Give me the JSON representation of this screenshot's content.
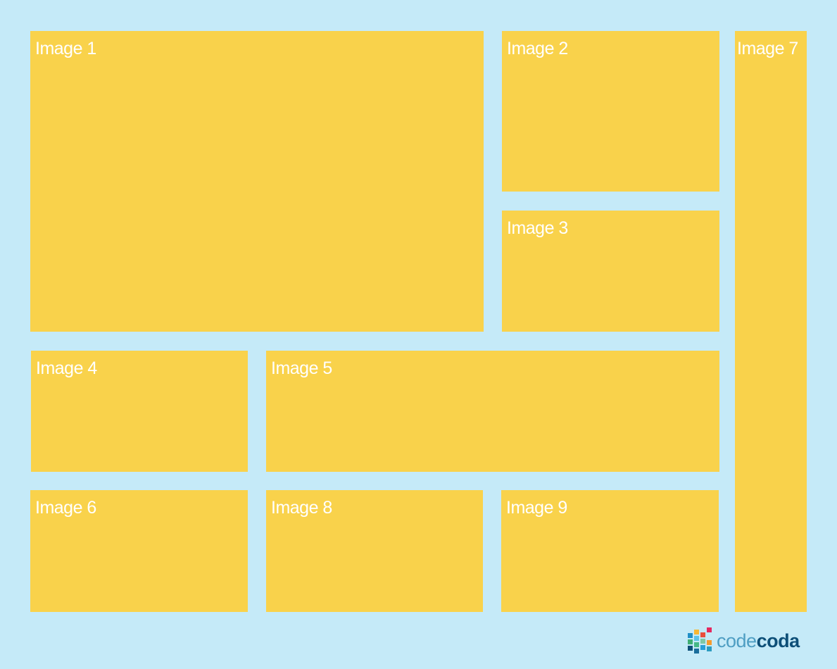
{
  "tiles": [
    {
      "label": "Image 1"
    },
    {
      "label": "Image 2"
    },
    {
      "label": "Image 3"
    },
    {
      "label": "Image 4"
    },
    {
      "label": "Image 5"
    },
    {
      "label": "Image 6"
    },
    {
      "label": "Image 7"
    },
    {
      "label": "Image 8"
    },
    {
      "label": "Image 9"
    }
  ],
  "logo": {
    "part1": "code",
    "part2": "coda",
    "icon": "codecoda-logo-icon"
  },
  "colors": {
    "background": "#c5eaf8",
    "tile": "#f9d24b",
    "label": "#ffffff",
    "logo_light": "#4e9ec3",
    "logo_dark": "#0d4f78"
  }
}
